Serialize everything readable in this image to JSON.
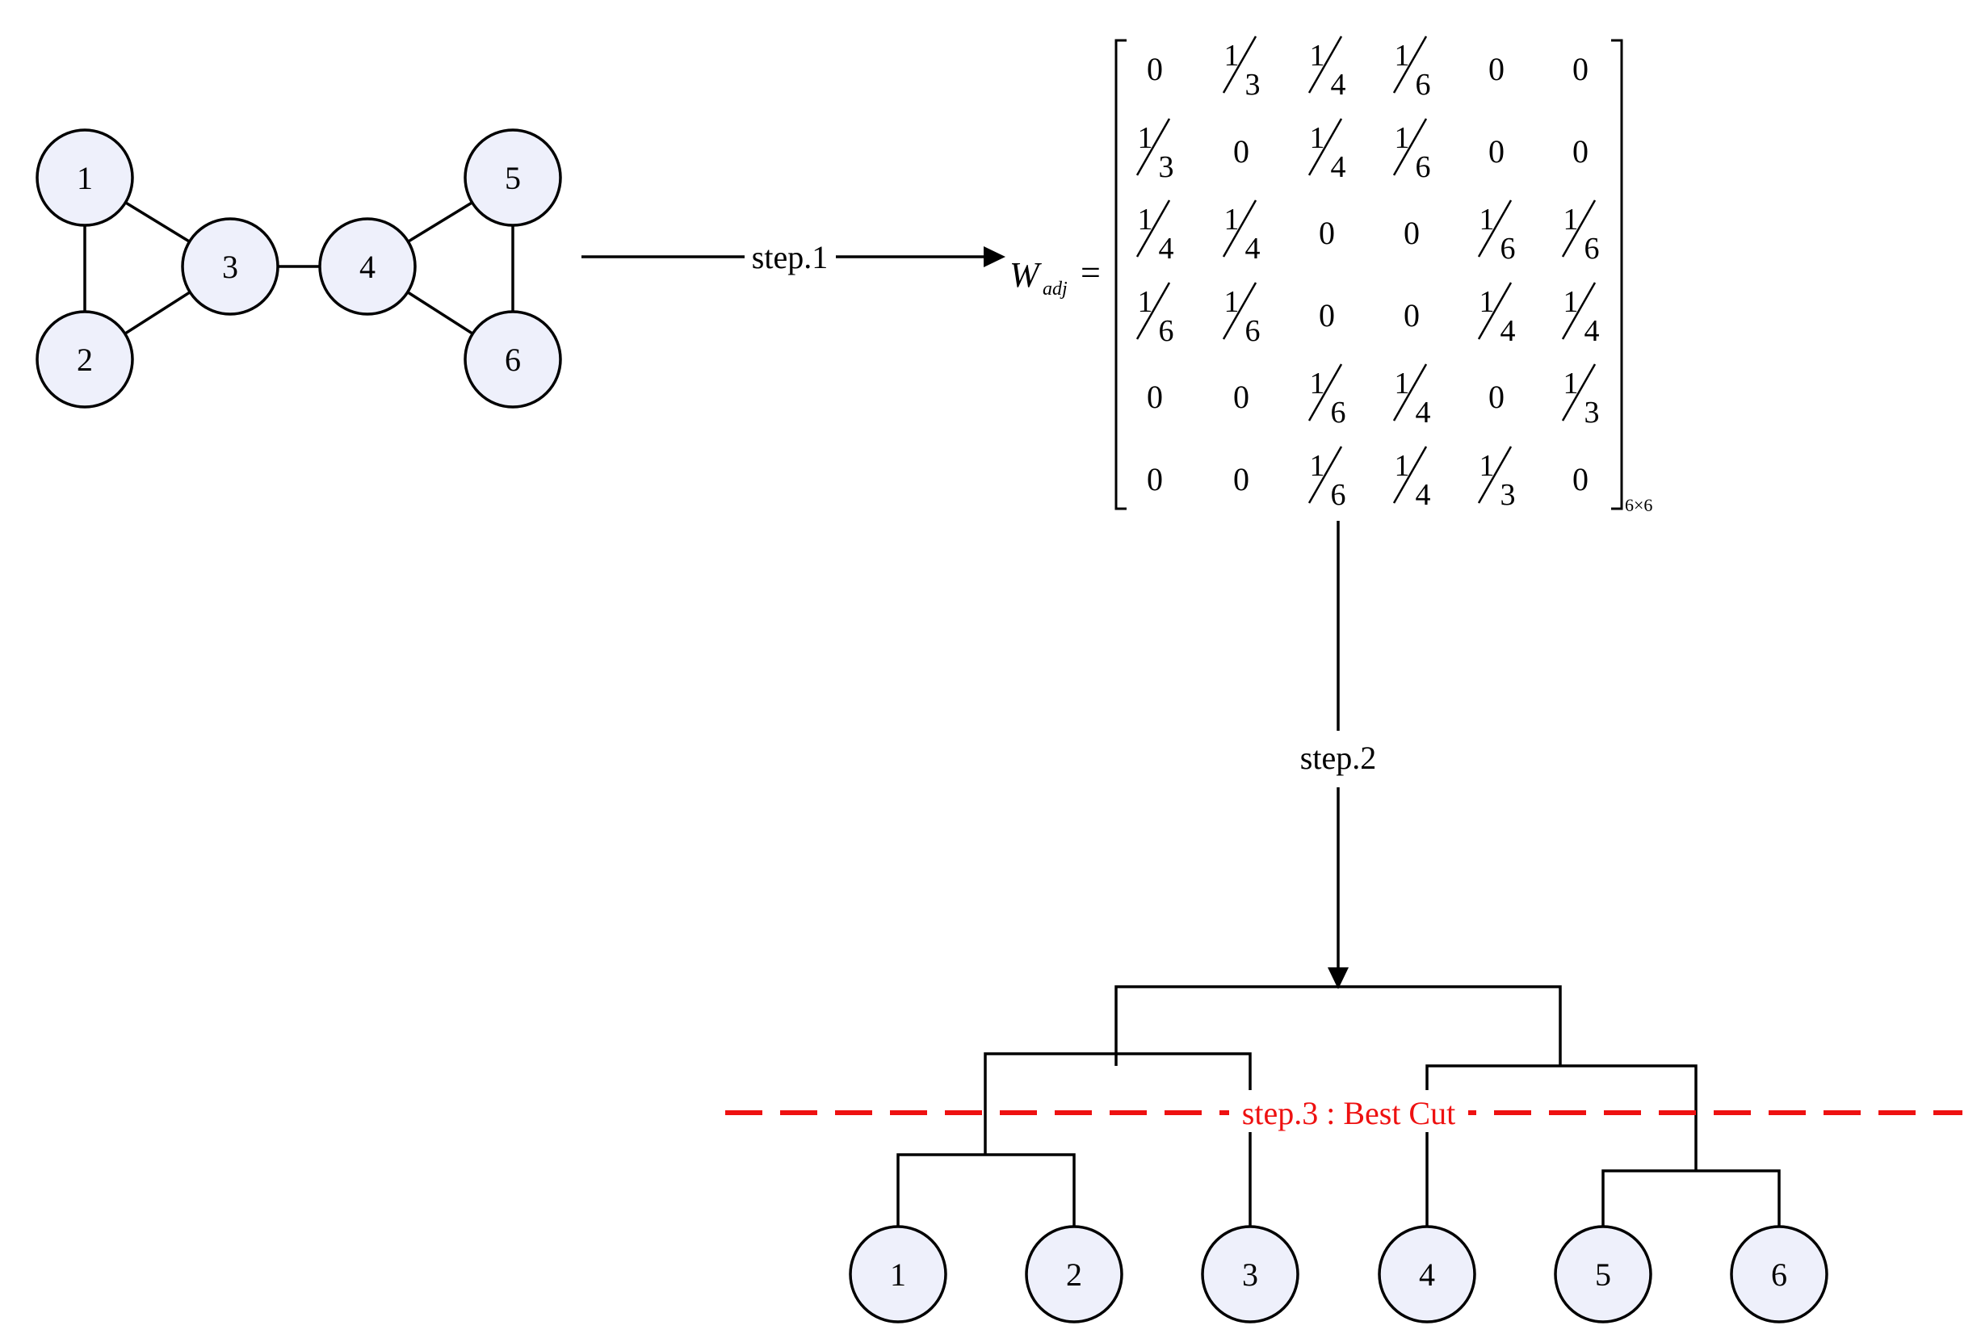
{
  "graph": {
    "nodes": [
      {
        "id": "1",
        "label": "1"
      },
      {
        "id": "2",
        "label": "2"
      },
      {
        "id": "3",
        "label": "3"
      },
      {
        "id": "4",
        "label": "4"
      },
      {
        "id": "5",
        "label": "5"
      },
      {
        "id": "6",
        "label": "6"
      }
    ],
    "edges": [
      [
        "1",
        "2"
      ],
      [
        "1",
        "3"
      ],
      [
        "2",
        "3"
      ],
      [
        "3",
        "4"
      ],
      [
        "4",
        "5"
      ],
      [
        "4",
        "6"
      ],
      [
        "5",
        "6"
      ]
    ]
  },
  "steps": {
    "step1": "step.1",
    "step2": "step.2",
    "step3": "step.3 : Best Cut"
  },
  "matrix": {
    "symbol": "W",
    "subscript": "adj",
    "equals": "=",
    "dimension": "6×6",
    "rows": [
      [
        "0",
        "1/3",
        "1/4",
        "1/6",
        "0",
        "0"
      ],
      [
        "1/3",
        "0",
        "1/4",
        "1/6",
        "0",
        "0"
      ],
      [
        "1/4",
        "1/4",
        "0",
        "0",
        "1/6",
        "1/6"
      ],
      [
        "1/6",
        "1/6",
        "0",
        "0",
        "1/4",
        "1/4"
      ],
      [
        "0",
        "0",
        "1/6",
        "1/4",
        "0",
        "1/3"
      ],
      [
        "0",
        "0",
        "1/6",
        "1/4",
        "1/3",
        "0"
      ]
    ]
  },
  "dendrogram": {
    "leaves": [
      "1",
      "2",
      "3",
      "4",
      "5",
      "6"
    ]
  },
  "colors": {
    "node_fill": "#eef0fb",
    "cut_line": "#ee1111",
    "stroke": "#000000"
  }
}
